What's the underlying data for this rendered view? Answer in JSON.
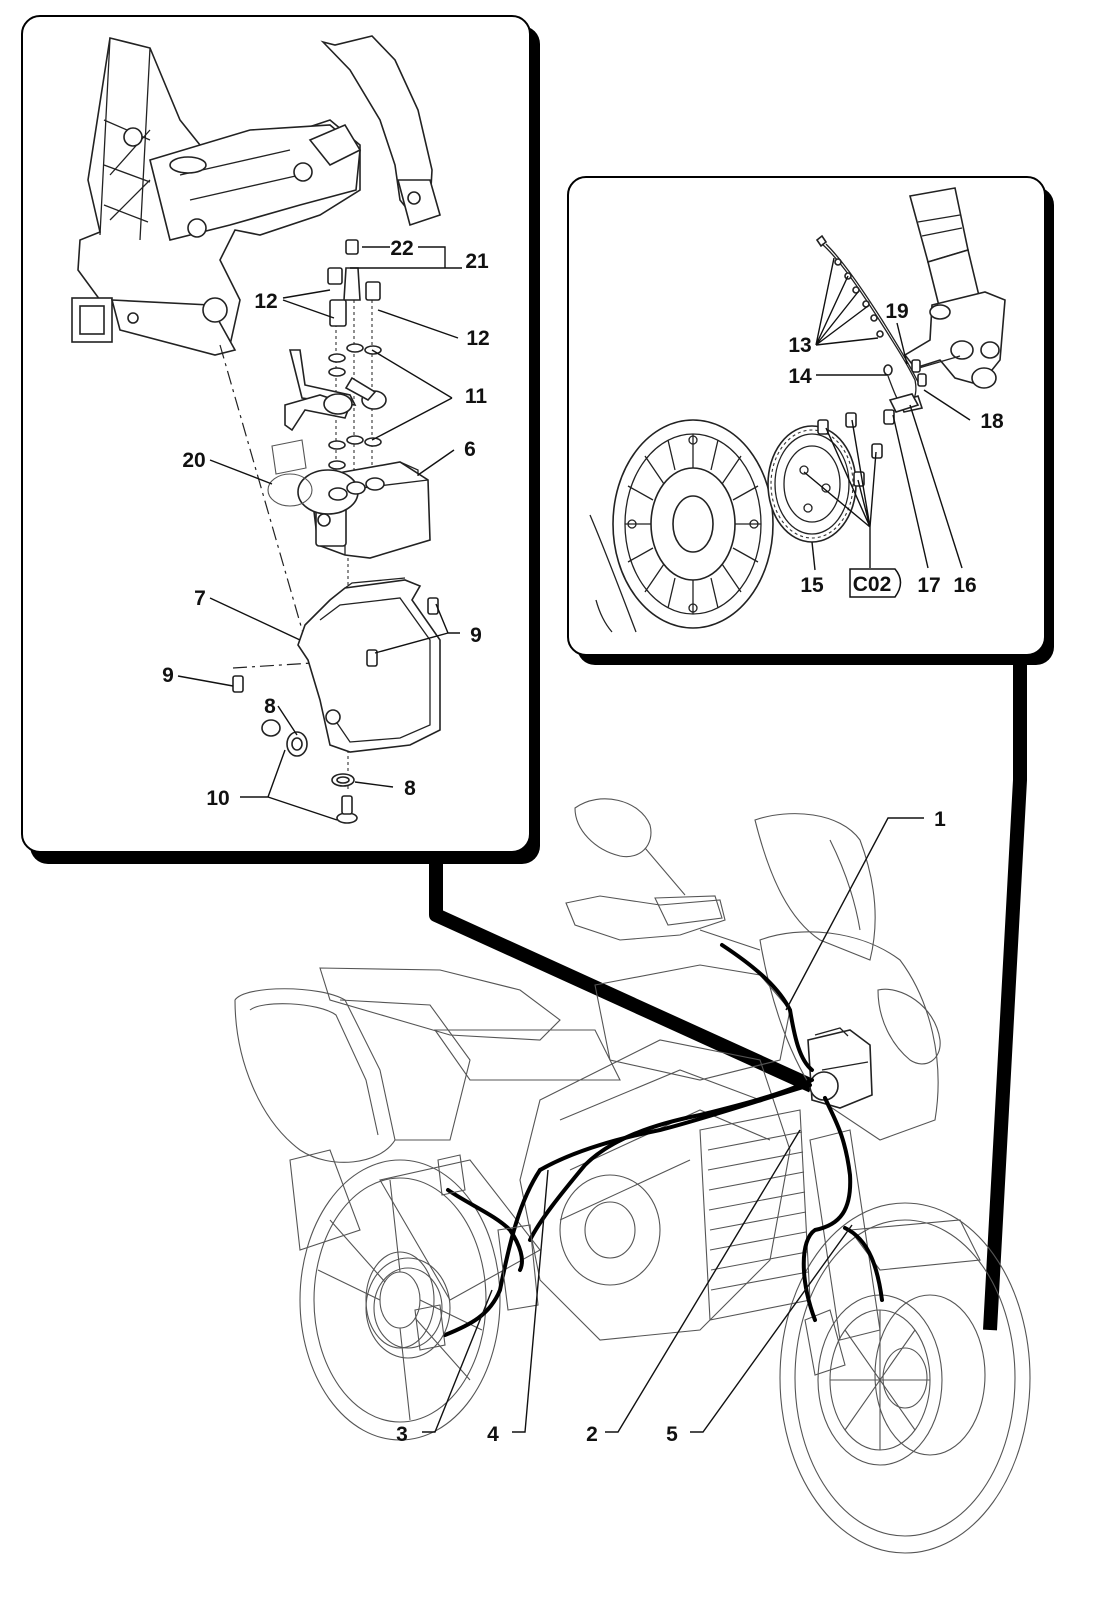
{
  "labels": {
    "l1": "1",
    "l2": "2",
    "l3": "3",
    "l4": "4",
    "l5": "5",
    "l6": "6",
    "l7": "7",
    "l8a": "8",
    "l8b": "8",
    "l9a": "9",
    "l9b": "9",
    "l10": "10",
    "l11": "11",
    "l12a": "12",
    "l12b": "12",
    "l13": "13",
    "l14": "14",
    "l15": "15",
    "l16": "16",
    "l17": "17",
    "l18": "18",
    "l19": "19",
    "l20": "20",
    "l21": "21",
    "l22": "22",
    "c02": "C02"
  },
  "colors": {
    "line": "#111111",
    "frame": "#000000",
    "background": "#ffffff"
  }
}
